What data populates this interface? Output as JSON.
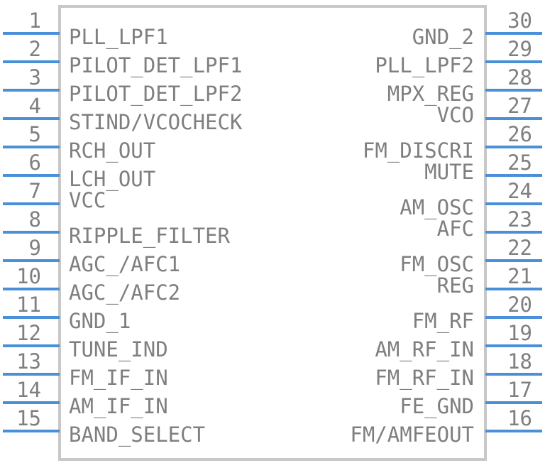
{
  "colors": {
    "pin": "#4a90d9",
    "text": "#7f7f7f",
    "outline": "#c8c8c8",
    "background": "#ffffff"
  },
  "left_pins": [
    {
      "number": "1",
      "name": "PLL_LPF1"
    },
    {
      "number": "2",
      "name": "PILOT_DET_LPF1"
    },
    {
      "number": "3",
      "name": "PILOT_DET_LPF2"
    },
    {
      "number": "4",
      "name": "STIND/VCOCHECK"
    },
    {
      "number": "5",
      "name": "RCH_OUT"
    },
    {
      "number": "6",
      "name": "LCH_OUT"
    },
    {
      "number": "7",
      "name": "VCC"
    },
    {
      "number": "8",
      "name": "RIPPLE_FILTER"
    },
    {
      "number": "9",
      "name": "AGC_/AFC1"
    },
    {
      "number": "10",
      "name": "AGC_/AFC2"
    },
    {
      "number": "11",
      "name": "GND_1"
    },
    {
      "number": "12",
      "name": "TUNE_IND"
    },
    {
      "number": "13",
      "name": "FM_IF_IN"
    },
    {
      "number": "14",
      "name": "AM_IF_IN"
    },
    {
      "number": "15",
      "name": "BAND_SELECT"
    }
  ],
  "right_pins": [
    {
      "number": "30",
      "name": "GND_2"
    },
    {
      "number": "29",
      "name": "PLL_LPF2"
    },
    {
      "number": "28",
      "name": "MPX_REG"
    },
    {
      "number": "27",
      "name": "VCO"
    },
    {
      "number": "26",
      "name": "FM_DISCRI"
    },
    {
      "number": "25",
      "name": "MUTE"
    },
    {
      "number": "24",
      "name": "AM_OSC"
    },
    {
      "number": "23",
      "name": "AFC"
    },
    {
      "number": "22",
      "name": "FM_OSC"
    },
    {
      "number": "21",
      "name": "REG"
    },
    {
      "number": "20",
      "name": "FM_RF"
    },
    {
      "number": "19",
      "name": "AM_RF_IN"
    },
    {
      "number": "18",
      "name": "FM_RF_IN"
    },
    {
      "number": "17",
      "name": "FE_GND"
    },
    {
      "number": "16",
      "name": "FM/AMFEOUT"
    }
  ]
}
